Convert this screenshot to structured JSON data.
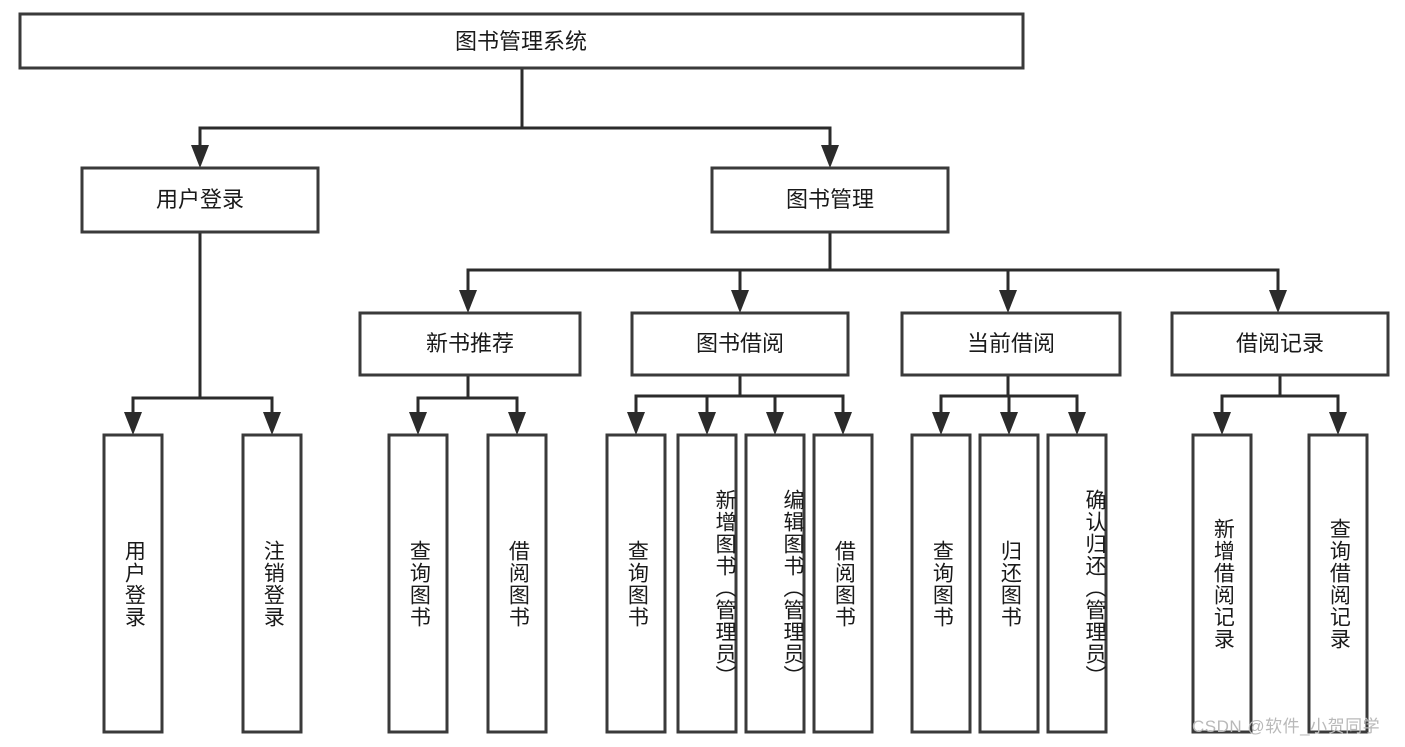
{
  "diagram": {
    "type": "tree-hierarchy-chart",
    "title": "图书管理系统",
    "orientation": "top-down",
    "colors": {
      "box_border": "#3a3a3a",
      "box_fill": "#ffffff",
      "connector": "#2b2b2b",
      "text": "#1a1a1a",
      "watermark": "#b9b9b9",
      "background": "#ffffff"
    },
    "root": {
      "id": "root",
      "label": "图书管理系统"
    },
    "level2": [
      {
        "id": "user-login",
        "label": "用户登录"
      },
      {
        "id": "book-management",
        "label": "图书管理"
      }
    ],
    "level3": [
      {
        "id": "new-book-recommend",
        "label": "新书推荐",
        "parent": "book-management"
      },
      {
        "id": "book-borrow",
        "label": "图书借阅",
        "parent": "book-management"
      },
      {
        "id": "current-borrow",
        "label": "当前借阅",
        "parent": "book-management"
      },
      {
        "id": "borrow-record",
        "label": "借阅记录",
        "parent": "book-management"
      }
    ],
    "leaves": [
      {
        "id": "leaf-user-login",
        "label": "用户登录",
        "parent": "user-login"
      },
      {
        "id": "leaf-logout-login",
        "label": "注销登录",
        "parent": "user-login"
      },
      {
        "id": "leaf-query-book-1",
        "label": "查询图书",
        "parent": "new-book-recommend"
      },
      {
        "id": "leaf-borrow-book-1",
        "label": "借阅图书",
        "parent": "new-book-recommend"
      },
      {
        "id": "leaf-query-book-2",
        "label": "查询图书",
        "parent": "book-borrow"
      },
      {
        "id": "leaf-add-book-admin",
        "label": "新增图书（管理员）",
        "parent": "book-borrow"
      },
      {
        "id": "leaf-edit-book-admin",
        "label": "编辑图书（管理员）",
        "parent": "book-borrow"
      },
      {
        "id": "leaf-borrow-book-2",
        "label": "借阅图书",
        "parent": "book-borrow"
      },
      {
        "id": "leaf-query-book-3",
        "label": "查询图书",
        "parent": "current-borrow"
      },
      {
        "id": "leaf-return-book",
        "label": "归还图书",
        "parent": "current-borrow"
      },
      {
        "id": "leaf-confirm-return-admin",
        "label": "确认归还（管理员）",
        "parent": "current-borrow"
      },
      {
        "id": "leaf-add-borrow-record",
        "label": "新增借阅记录",
        "parent": "borrow-record"
      },
      {
        "id": "leaf-query-borrow-record",
        "label": "查询借阅记录",
        "parent": "borrow-record"
      }
    ]
  },
  "watermark": {
    "text": "CSDN @软件_小贺同学"
  }
}
